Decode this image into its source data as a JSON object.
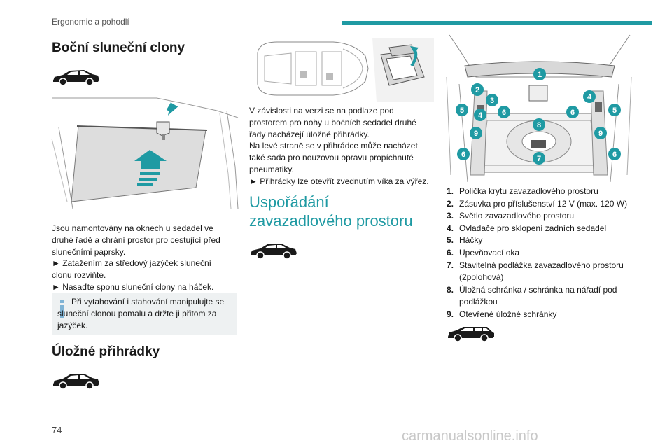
{
  "header": {
    "section": "Ergonomie a pohodlí"
  },
  "col1": {
    "title_sunblinds": "Boční sluneční clony",
    "sunblinds_text": [
      "Jsou namontovány na oknech u sedadel ve",
      "druhé řadě a chrání prostor pro cestující před",
      "slunečními paprsky.",
      "► Zatažením za středový jazýček sluneční",
      "clonu rozviňte.",
      "► Nasaďte sponu sluneční clony na háček."
    ],
    "info_text": "Při vytahování i stahování manipulujte se sluneční clonou pomalu a držte ji přitom za jazýček.",
    "title_storage": "Úložné přihrádky"
  },
  "col2": {
    "storage_text": [
      "V závislosti na verzi se na podlaze pod",
      "prostorem pro nohy u bočních sedadel druhé",
      "řady nacházejí úložné přihrádky.",
      "Na levé straně se v přihrádce může nacházet",
      "také sada pro nouzovou opravu propíchnuté",
      "pneumatiky.",
      "► Přihrádky lze otevřít zvednutím víka za výřez."
    ],
    "title_boot_line1": "Uspořádání",
    "title_boot_line2": "zavazadlového prostoru"
  },
  "col3": {
    "callouts": [
      "1",
      "2",
      "3",
      "4",
      "5",
      "6",
      "7",
      "8",
      "9"
    ],
    "legend": [
      {
        "num": "1.",
        "text": "Polička krytu zavazadlového prostoru"
      },
      {
        "num": "2.",
        "text": "Zásuvka pro příslušenství 12 V (max. 120 W)"
      },
      {
        "num": "3.",
        "text": "Světlo zavazadlového prostoru"
      },
      {
        "num": "4.",
        "text": "Ovladače pro sklopení zadních sedadel"
      },
      {
        "num": "5.",
        "text": "Háčky"
      },
      {
        "num": "6.",
        "text": "Upevňovací oka"
      },
      {
        "num": "7.",
        "text": "Stavitelná podlážka zavazadlového prostoru"
      },
      {
        "num": "",
        "text": "(2polohová)"
      },
      {
        "num": "8.",
        "text": "Úložná schránka / schránka na nářadí pod"
      },
      {
        "num": "",
        "text": "podlážkou"
      },
      {
        "num": "9.",
        "text": "Otevřené úložné schránky"
      }
    ]
  },
  "footer": {
    "page_number": "74",
    "watermark": "carmanualsonline.info"
  },
  "colors": {
    "accent": "#1f9aa3",
    "callout": "#1f9aa3",
    "info_icon": "#7fb3d5",
    "box_bg": "#eef1f2"
  }
}
